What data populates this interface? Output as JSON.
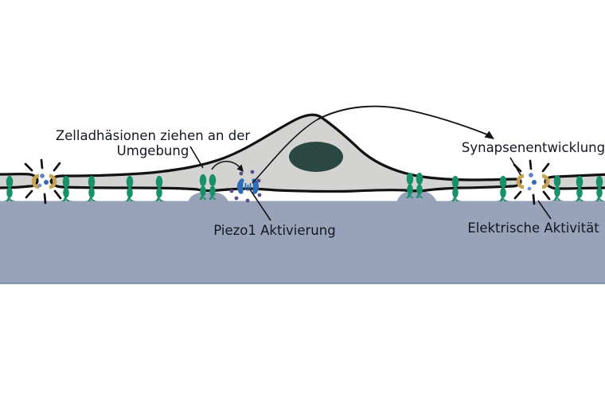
{
  "diagram": {
    "labels": {
      "cell_adhesions_line1": "Zelladhäsionen ziehen an der",
      "cell_adhesions_line2": "Umgebung",
      "synapse_development": "Synapsenentwicklung",
      "piezo1_activation": "Piezo1 Aktivierung",
      "electrical_activity": "Elektrische Aktivität"
    },
    "colors": {
      "substrate": "#98a2b9",
      "substrate_edge": "#8796ae",
      "cell_fill": "#d3d4d2",
      "membrane": "#121212",
      "nucleus": "#2b4741",
      "adhesion_green": "#18906a",
      "synapse_gold": "#c7a351",
      "vesicle_blue": "#3465ae",
      "vesicle_blue_light": "#6f93cc",
      "piezo_blue": "#2d6cb6",
      "ion_purple": "#5a4b8e",
      "label_text": "#141722"
    },
    "icons": {
      "adhesion": "cell-adhesion-icon",
      "synapse_burst": "electrical-activity-burst-icon",
      "piezo_channel": "piezo1-channel-icon",
      "nucleus": "nucleus-icon"
    }
  }
}
